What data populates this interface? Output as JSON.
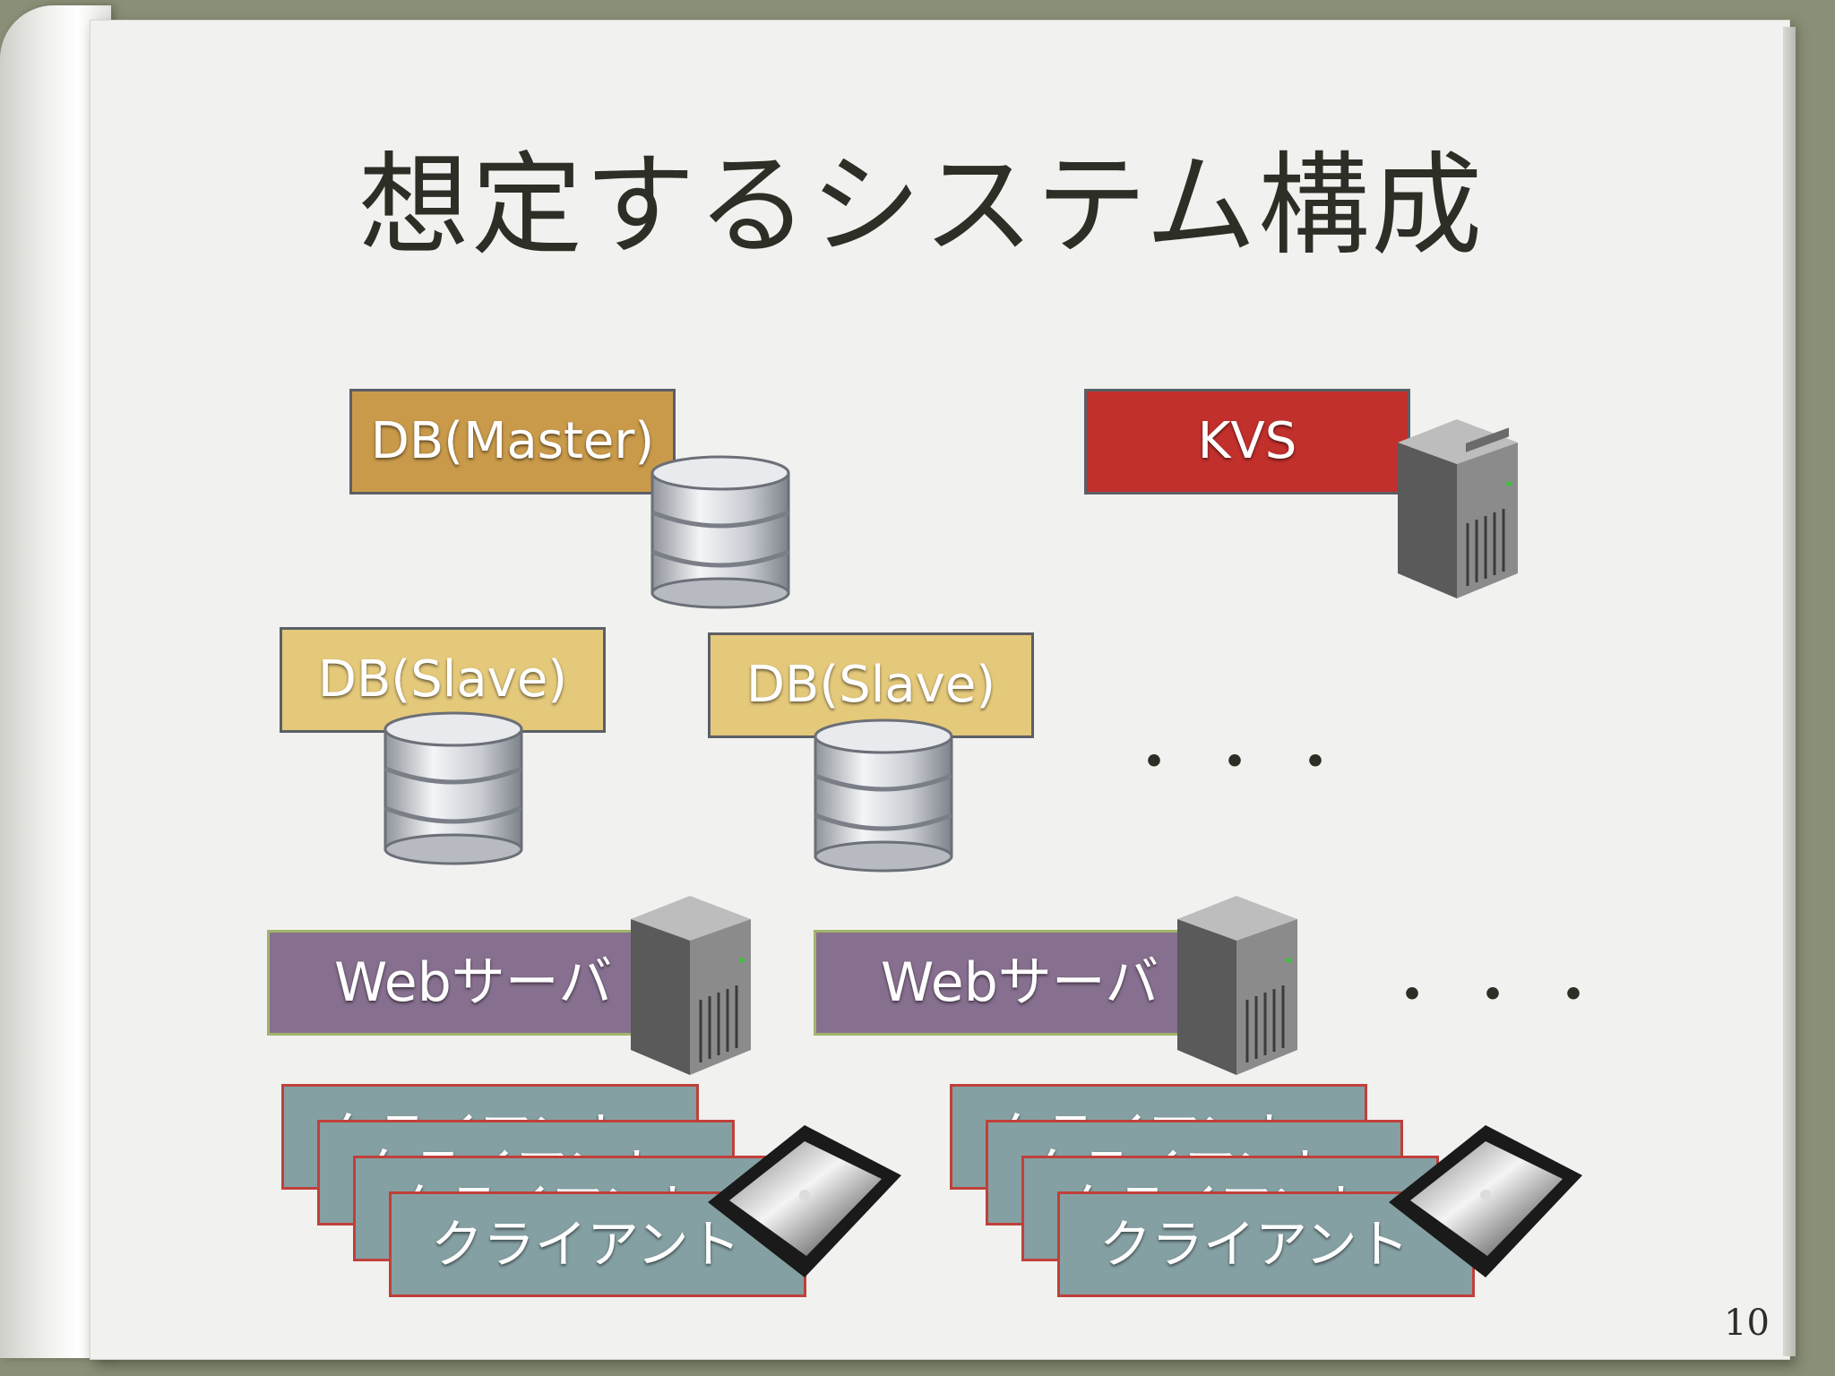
{
  "slide": {
    "title": "想定するシステム構成",
    "page_number": "10"
  },
  "nodes": {
    "db_master": "DB(Master)",
    "kvs": "KVS",
    "db_slave_1": "DB(Slave)",
    "db_slave_2": "DB(Slave)",
    "web_1": "Webサーバ",
    "web_2": "Webサーバ",
    "client_label": "クライアント"
  },
  "ellipsis": "・・・",
  "icons": [
    "database-icon",
    "server-tower-icon",
    "tablet-device-icon"
  ],
  "colors": {
    "db_master": "#c99a4a",
    "kvs": "#c2302c",
    "db_slave": "#e5c97b",
    "web": "#876f8f",
    "client": "#85a0a3",
    "client_border": "#c0403a"
  }
}
